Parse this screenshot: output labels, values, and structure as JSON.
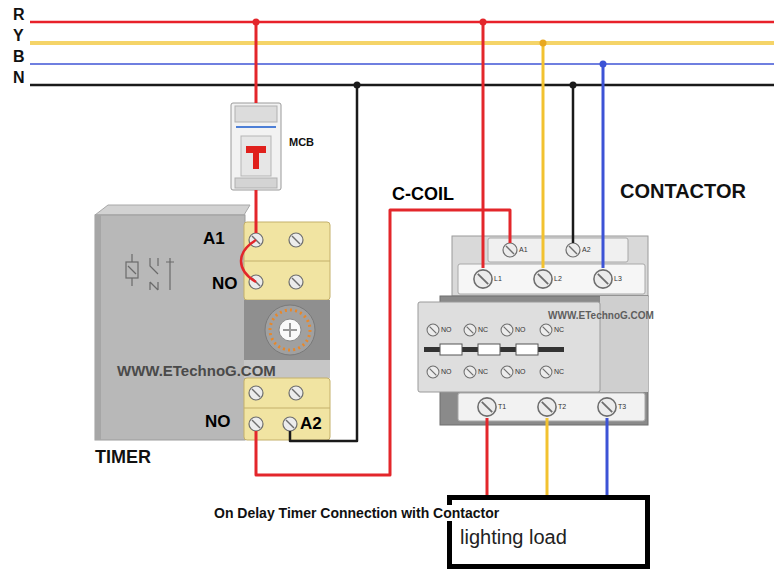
{
  "diagram": {
    "caption": "On Delay Timer Connection with Contactor",
    "nodes": [
      {
        "text": [
          "MCB"
        ]
      },
      {
        "text": [
          "TIMER"
        ]
      },
      {
        "text": [
          "CONTACTOR"
        ]
      },
      {
        "text": [
          "lighting load"
        ]
      }
    ],
    "edges": [
      {
        "from": 0,
        "to": 1,
        "arrow": "none"
      },
      {
        "from": 1,
        "to": 2,
        "arrow": "none"
      },
      {
        "from": 2,
        "to": 3,
        "arrow": "none"
      },
      {
        "from": 2,
        "to": 3,
        "arrow": "none"
      },
      {
        "from": 2,
        "to": 3,
        "arrow": "none"
      }
    ],
    "labels": [
      "R",
      "Y",
      "B",
      "N",
      "A1",
      "NO",
      "NO",
      "A2",
      "C-COIL",
      "WWW.ETechnoG.COM",
      "WWW.ETechnoG.COM",
      "A1",
      "A2",
      "L1",
      "L2",
      "L3",
      "NO",
      "NC",
      "NO",
      "NC",
      "NO",
      "NC",
      "NO",
      "NC",
      "T1",
      "T2",
      "T3"
    ]
  }
}
